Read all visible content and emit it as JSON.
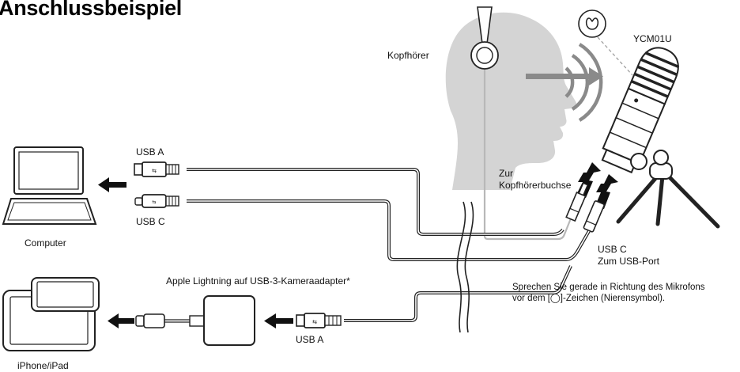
{
  "title": "Anschlussbeispiel",
  "labels": {
    "headphones": "Kopfhörer",
    "mic_model": "YCM01U",
    "usb_a_top": "USB A",
    "usb_c_left": "USB C",
    "computer": "Computer",
    "headphone_jack_1": "Zur",
    "headphone_jack_2": "Kopfhörerbuchse",
    "usb_c_right_1": "USB C",
    "usb_c_right_2": "Zum USB-Port",
    "adapter": "Apple Lightning auf USB-3-Kameraadapter*",
    "note_1": "Sprechen Sie gerade in Richtung des Mikrofons",
    "note_2": "vor dem [◯]-Zeichen (Nierensymbol).",
    "usb_a_bottom": "USB A",
    "iphone": "iPhone/iPad"
  }
}
